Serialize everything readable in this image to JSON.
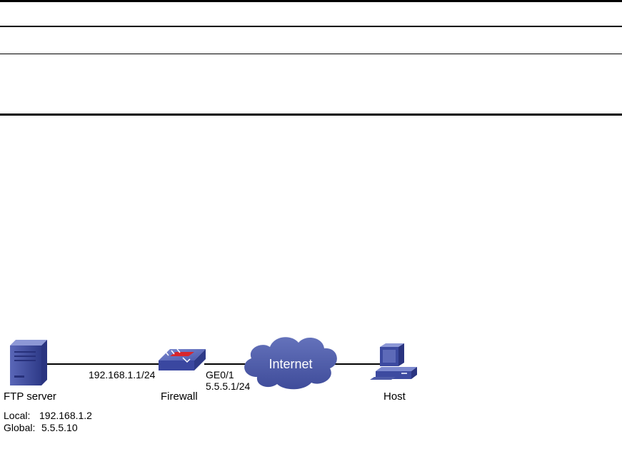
{
  "devices": {
    "ftp_server": {
      "name": "FTP server",
      "local_label": "Local:",
      "local_ip": "192.168.1.2",
      "global_label": "Global:",
      "global_ip": "5.5.5.10"
    },
    "firewall": {
      "name": "Firewall",
      "inside_ip": "192.168.1.1/24",
      "interface": "GE0/1",
      "outside_ip": "5.5.5.1/24"
    },
    "internet": {
      "name": "Internet"
    },
    "host": {
      "name": "Host"
    }
  },
  "colors": {
    "device_blue": "#3c4aa0",
    "cloud_blue": "#4d5ba8",
    "firewall_red": "#d8262c",
    "line": "#000000"
  }
}
